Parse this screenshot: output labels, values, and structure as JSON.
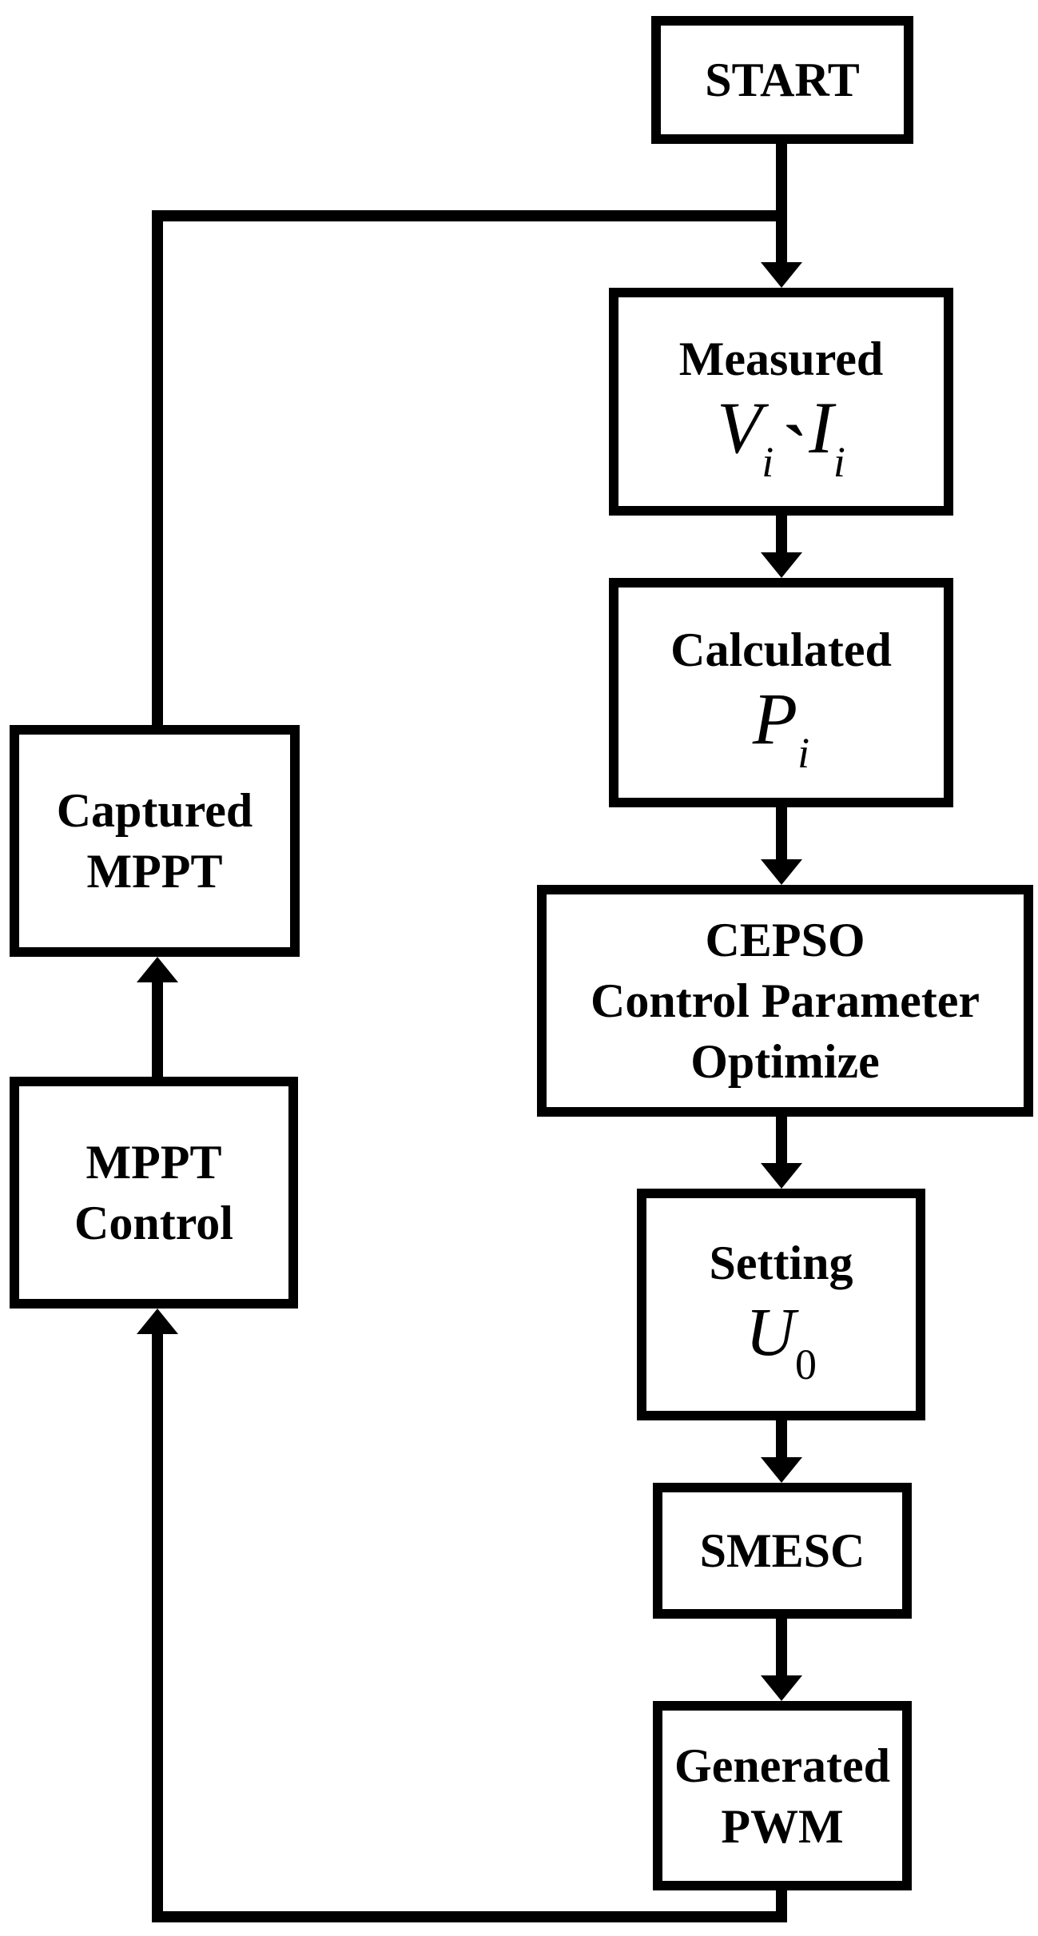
{
  "colors": {
    "line": "#000000",
    "background": "#ffffff"
  },
  "nodes": {
    "start": {
      "label": "START"
    },
    "measured": {
      "title": "Measured",
      "var1": "V",
      "sub1": "i",
      "sep": "`",
      "var2": "I",
      "sub2": "i"
    },
    "calculated": {
      "title": "Calculated",
      "var1": "P",
      "sub1": "i"
    },
    "cepso": {
      "lines": [
        "CEPSO",
        "Control Parameter",
        "Optimize"
      ]
    },
    "setting": {
      "title": "Setting",
      "var1": "U",
      "sub1": "0"
    },
    "smesc": {
      "label": "SMESC"
    },
    "pwm": {
      "lines": [
        "Generated",
        "PWM"
      ]
    },
    "captured": {
      "lines": [
        "Captured",
        "MPPT"
      ]
    },
    "mppt_control": {
      "lines": [
        "MPPT",
        "Control"
      ]
    }
  }
}
